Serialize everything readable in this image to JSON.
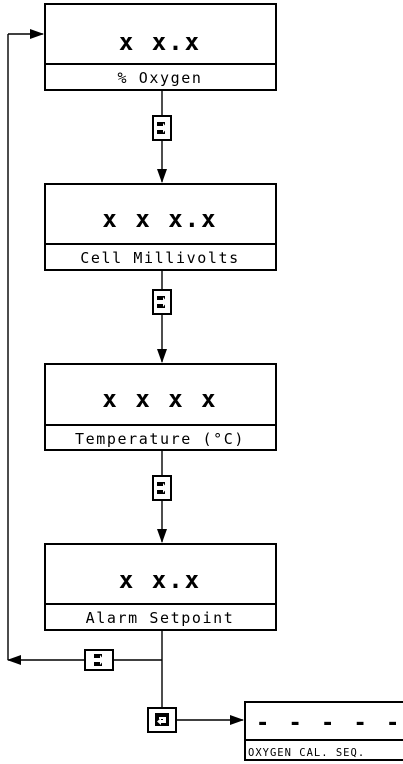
{
  "screens": [
    {
      "value": "x x.x",
      "label": "% Oxygen"
    },
    {
      "value": "x x x.x",
      "label": "Cell Millivolts"
    },
    {
      "value": "x x x x",
      "label": "Temperature (°C)"
    },
    {
      "value": "x x.x",
      "label": "Alarm Setpoint"
    }
  ],
  "calibration": {
    "value": "- - - - -",
    "label": "OXYGEN CAL. SEQ."
  },
  "keys": {
    "enter": "enter-key-icon",
    "escape": "loop-key-icon"
  }
}
